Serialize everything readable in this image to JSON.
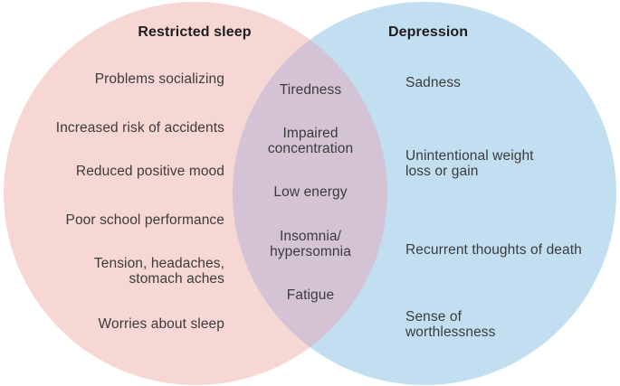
{
  "venn": {
    "type": "venn-diagram",
    "left": {
      "title": "Restricted sleep",
      "color": "#f7d7d4",
      "items": [
        "Problems socializing",
        "Increased risk of accidents",
        "Reduced positive mood",
        "Poor school performance",
        "Tension, headaches,\nstomach aches",
        "Worries about sleep"
      ]
    },
    "overlap": {
      "color": "#d3c3d4",
      "items": [
        "Tiredness",
        "Impaired\nconcentration",
        "Low energy",
        "Insomnia/\nhypersomnia",
        "Fatigue"
      ]
    },
    "right": {
      "title": "Depression",
      "color": "#c2dff2",
      "items": [
        "Sadness",
        "Unintentional weight\nloss or gain",
        "Recurrent thoughts of death",
        "Sense of\nworthlessness"
      ]
    },
    "text_color": "#3b3b3b",
    "title_color": "#1d1d1f"
  }
}
